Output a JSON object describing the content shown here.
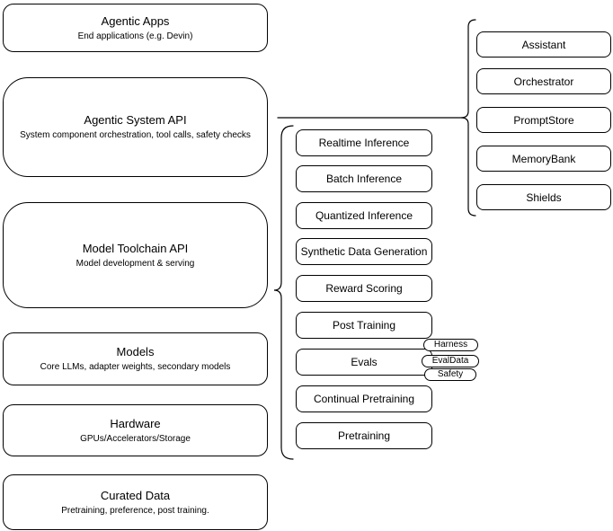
{
  "diagram": {
    "left_column": [
      {
        "title": "Agentic Apps",
        "subtitle": "End applications (e.g. Devin)"
      },
      {
        "title": "Agentic System API",
        "subtitle": "System component orchestration, tool calls, safety checks"
      },
      {
        "title": "Model Toolchain API",
        "subtitle": "Model development & serving"
      },
      {
        "title": "Models",
        "subtitle": "Core LLMs, adapter weights, secondary models"
      },
      {
        "title": "Hardware",
        "subtitle": "GPUs/Accelerators/Storage"
      },
      {
        "title": "Curated Data",
        "subtitle": "Pretraining, preference, post training."
      }
    ],
    "toolchain_services": [
      "Realtime Inference",
      "Batch Inference",
      "Quantized Inference",
      "Synthetic Data Generation",
      "Reward Scoring",
      "Post Training",
      "Evals",
      "Continual Pretraining",
      "Pretraining"
    ],
    "evals_tags": [
      "Harness",
      "EvalData",
      "Safety"
    ],
    "system_components": [
      "Assistant",
      "Orchestrator",
      "PromptStore",
      "MemoryBank",
      "Shields"
    ],
    "colors": {
      "node_border": "#000000",
      "node_fill": "#ffffff",
      "text": "#000000"
    }
  }
}
